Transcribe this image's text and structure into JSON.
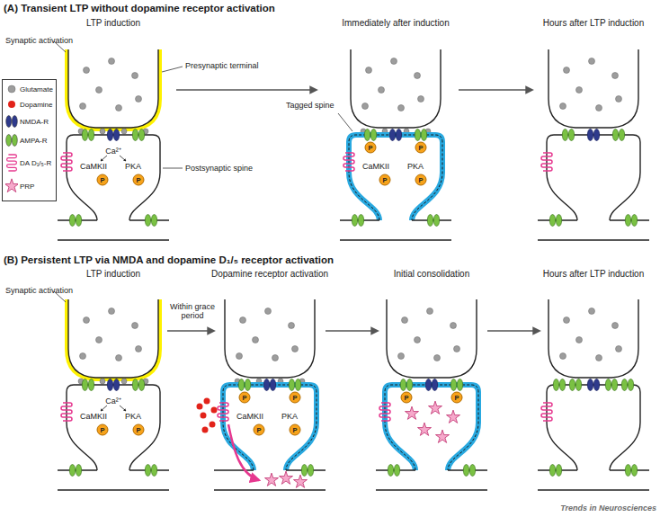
{
  "diagram": {
    "labels": [
      "(A) Transient LTP without dopamine receptor activation",
      "LTP induction",
      "Synaptic activation",
      "Presynaptic terminal",
      "Ca²⁺",
      "CaMKII",
      "PKA",
      "P",
      "P",
      "Postsynaptic spine",
      "Immediately after induction",
      "Tagged spine",
      "CaMKII",
      "PKA",
      "P",
      "P",
      "P",
      "P",
      "Hours after LTP induction",
      "(B) Persistent LTP via NMDA and dopamine D₁/₅ receptor activation",
      "LTP induction",
      "Synaptic activation",
      "Ca²⁺",
      "CaMKII",
      "PKA",
      "P",
      "P",
      "Within grace period",
      "Dopamine receptor activation",
      "CaMKII",
      "PKA",
      "P",
      "P",
      "P",
      "P",
      "Initial consolidation",
      "P",
      "P",
      "Hours after LTP induction",
      "Trends in Neurosciences"
    ],
    "legend": [
      {
        "text": "Glutamate",
        "color": "#9d9d9d"
      },
      {
        "text": "Dopamine",
        "color": "#e2231a"
      },
      {
        "text": "NMDA-R",
        "color": "#2e3a8c"
      },
      {
        "text": "AMPA-R",
        "color": "#7ac143"
      },
      {
        "text": "DA D₁/₅-R"
      },
      {
        "text": "PRP"
      }
    ]
  }
}
